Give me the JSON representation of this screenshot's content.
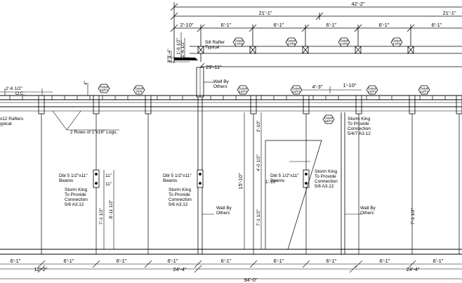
{
  "dimensions": {
    "top": {
      "overall": "42'-2\"",
      "halves": [
        "21'-1\"",
        "21'-1\""
      ],
      "left_segment": "2'-10\"",
      "segments": [
        "6'-1\"",
        "6'-1\"",
        "6'-1\"",
        "6'-1\"",
        "6'-1\""
      ],
      "vertical_small": [
        "1'-6 1/2\"",
        "1'-6 1/2\"",
        "1'-4\"",
        "4\""
      ]
    },
    "mid": {
      "span_29": "29'-11\"",
      "oc_label": "2'-6 1/2\"",
      "oc_sub": "O.C.",
      "small_4": "4\"",
      "span_4_3": "4'-3\"",
      "span_1_10": "1'-10\""
    },
    "vertical": {
      "d_2_10": "2'-10\"",
      "d_4_0": "4'-0 1/2\"",
      "d_1_10": "1'-10\"",
      "d_15_10": "15'-10\"",
      "d_7_1_a": "7'-1 1/2\"",
      "d_8_11": "8'-11 1/2\"",
      "d_11_a": "11\"",
      "d_11_b": "11\"",
      "d_7_1_b": "7'-1 1/2\"",
      "d_7_1_c": "7'-1 1/2\""
    },
    "bottom": {
      "segments": [
        "6'-1\"",
        "6'-1\"",
        "6'-1\"",
        "6'-1\"",
        "6'-1\"",
        "6'-1\"",
        "6'-1\"",
        "6'-1\"",
        "6'-1\""
      ],
      "sub_12_2": "12'-2\"",
      "sub_24_4_a": "24'-4\"",
      "sub_24_4_b": "24'-4\"",
      "overall": "94'-0\""
    }
  },
  "notes": {
    "sill_rafter": [
      "Sill Rafter",
      "Typical"
    ],
    "wall_by_others_1": [
      "Wall By",
      "Others"
    ],
    "rafters_left": [
      "x12 Rafters",
      "ypical"
    ],
    "logs": "2 Rows of 1\"x16\" Logs,",
    "beam_1": [
      "Dbl 5 1/2\"x11\"",
      "Beams"
    ],
    "storm_king_1": [
      "Storm King",
      "To Provide",
      "Connection",
      "5/6 A3.12"
    ],
    "beam_2": [
      "Dbl 5 1/2\"x11\"",
      "Beams"
    ],
    "storm_king_2": [
      "Storm King",
      "To Provide",
      "Connection",
      "5/6 A3.12"
    ],
    "wall_by_others_2": [
      "Wall By",
      "Others"
    ],
    "beam_3": [
      "Dbl 5 1/2\"x11\"",
      "Beams"
    ],
    "storm_king_3": [
      "Storm King",
      "To Provide",
      "Connection",
      "5/6 A3.12"
    ],
    "storm_king_4": [
      "Storm King",
      "To Provide",
      "Connection",
      "5/4/7 A3.12"
    ],
    "wall_by_others_3": [
      "Wall By",
      "Others"
    ]
  },
  "detail_tags": [
    {
      "top": "Detail",
      "bottom": "17/F6"
    },
    {
      "top": "Detail",
      "bottom": "17/F6"
    },
    {
      "top": "Detail",
      "bottom": "17/F6"
    },
    {
      "top": "Detail",
      "bottom": "17/F6"
    },
    {
      "top": "Detail",
      "bottom": "16/F7"
    },
    {
      "top": "Detail",
      "bottom": "7/F6"
    },
    {
      "top": "Detail",
      "bottom": "12/F7"
    },
    {
      "top": "Detail",
      "bottom": "12/F7"
    },
    {
      "top": "Detail",
      "bottom": "12/F7"
    },
    {
      "top": "Detail",
      "bottom": "12/F7"
    },
    {
      "top": "Detail",
      "bottom": "16/F7"
    }
  ]
}
